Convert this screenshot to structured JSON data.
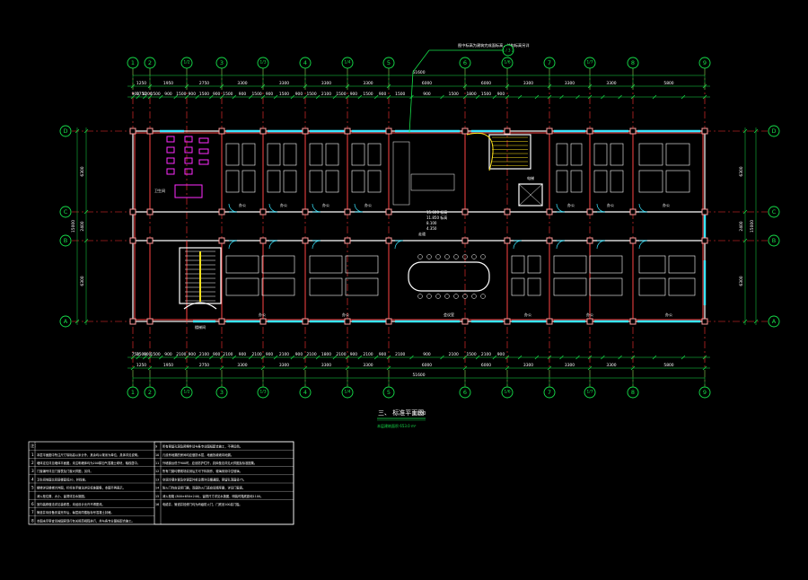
{
  "drawing": {
    "title": "三、 标准平面图",
    "scale": "1:100",
    "subtitle": "本层建筑面积 653.0 m²",
    "top_callout": "图中标高为建筑完成面标高，结构标高另详",
    "top_callout_ref": "1 / 3 2",
    "elevation_note": [
      "15.600  标高",
      "11.850  标高",
      "8.100",
      "4.350"
    ]
  },
  "axes": {
    "columns": [
      "1",
      "2",
      "1/2",
      "3",
      "1/3",
      "4",
      "1/4",
      "5",
      "6",
      "1/6",
      "7",
      "1/7",
      "8",
      "9"
    ],
    "rows_left": [
      "D",
      "C",
      "B",
      "A"
    ],
    "rows_right": [
      "D",
      "C",
      "B",
      "A"
    ]
  },
  "dimensions": {
    "top_total": "51600",
    "top_main": [
      "1250",
      "1950",
      "2750",
      "3300",
      "3300",
      "3300",
      "3300",
      "6000",
      "6000",
      "3300",
      "3300",
      "3300",
      "5800"
    ],
    "top_detail": [
      "900",
      "1750",
      "1200",
      "1500",
      "900",
      "1500",
      "900",
      "1500",
      "900",
      "1500",
      "900",
      "1500",
      "900",
      "1500",
      "900",
      "1500",
      "2100",
      "1500",
      "900",
      "1500",
      "900",
      "1500",
      "900",
      "1500",
      "1800",
      "1500",
      "900"
    ],
    "bottom_main": [
      "1250",
      "1950",
      "2750",
      "3300",
      "3300",
      "3300",
      "3300",
      "6000",
      "6000",
      "3300",
      "3300",
      "3300",
      "5800"
    ],
    "bottom_detail": [
      "750",
      "1500",
      "900",
      "1500",
      "900",
      "2100",
      "900",
      "2100",
      "900",
      "2100",
      "900",
      "2100",
      "900",
      "2100",
      "900",
      "2100",
      "1800",
      "2100",
      "900",
      "2100",
      "900",
      "2100",
      "900",
      "2100",
      "1500",
      "2100",
      "900"
    ],
    "bottom_total": "51600",
    "left": [
      "6300",
      "2400",
      "6300",
      "15000"
    ],
    "right": [
      "6300",
      "2400",
      "6300",
      "15000"
    ]
  },
  "rooms": {
    "top": [
      "办公",
      "办公",
      "办公",
      "办公",
      "办公",
      "办公",
      "办公"
    ],
    "bottom": [
      "办公",
      "办公",
      "会议室",
      "办公",
      "办公",
      "办公"
    ],
    "toilet": "卫生间",
    "stair": "楼梯间",
    "elevator": "电梯",
    "corridor": "走道"
  },
  "notes": {
    "header": "注：",
    "left": [
      {
        "no": "1",
        "text": "本层平面图中所注尺寸除标高以米计外，其余均以毫米为单位，具体详见说明。"
      },
      {
        "no": "2",
        "text": "墙体定位详见墙体平面图，未注明墙体均为200厚加气混凝土砌块，轴线居中。"
      },
      {
        "no": "3",
        "text": "门窗编号详见门窗表及门窗大样图，另详。"
      },
      {
        "no": "4",
        "text": "卫生间地面比同层楼面低20，并找坡。"
      },
      {
        "no": "5",
        "text": "楼梯详见楼梯大样图，栏杆扶手做法详见标准图集，本图不再表示。"
      },
      {
        "no": "",
        "text": "消火栓位置、大小、留洞详见水施图。"
      },
      {
        "no": "6",
        "text": "室内装修做法详见装修表，未经设计允许不得更改。"
      },
      {
        "no": "7",
        "text": "管道井待设备安装完毕后，每层用同楼板标号混凝土封堵。"
      },
      {
        "no": "8",
        "text": "本图未尽事宜请按国家现行有关规范规程执行，并与各专业图纸配合施工。"
      }
    ],
    "right": [
      {
        "no": "9",
        "text": "所有预留孔洞及预埋件请与各专业图纸配合施工，不得后凿。"
      },
      {
        "no": "10",
        "text": "凡设有地漏的房间均应做防水层，地面找坡坡向地漏。"
      },
      {
        "no": "11",
        "text": "外墙窗台低于900时，应设防护栏杆，具体做法详见大样图及标准图集。"
      },
      {
        "no": "12",
        "text": "所有门窗均需现场实测后方可下料制作，玻璃采用中空玻璃。"
      },
      {
        "no": "13",
        "text": "空调冷凝水管及空调室外机位置详见暖通图，预留孔洞直径75。"
      },
      {
        "no": "14",
        "text": "防火门均应设闭门器，双扇防火门还应设顺序器，详见门窗表。"
      },
      {
        "no": "15",
        "text": "消火栓箱 (800×650×240)，留洞尺寸详见水施图，明装时箱底距地1100。"
      },
      {
        "no": "16",
        "text": "电缆井、管道井检修门均为丙级防火门，门底设100高门槛。"
      }
    ]
  }
}
